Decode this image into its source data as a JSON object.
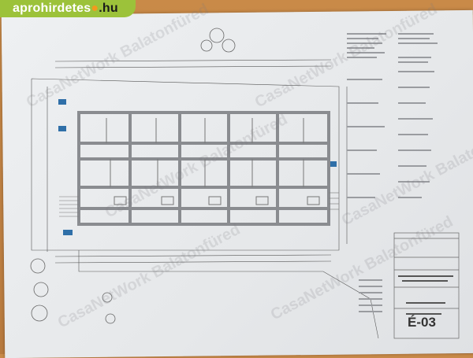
{
  "logo": {
    "name": "aprohirdetes",
    "dot": "●",
    "tld": ".hu"
  },
  "watermark": "CasaNetWork Balatonfüred",
  "title_block": {
    "drawing_number": "É-03"
  },
  "colors": {
    "logo_green": "#9cc23a",
    "logo_orange": "#f39a1e",
    "wall": "#8a8c90",
    "accent_blue": "#2f6fa8"
  }
}
